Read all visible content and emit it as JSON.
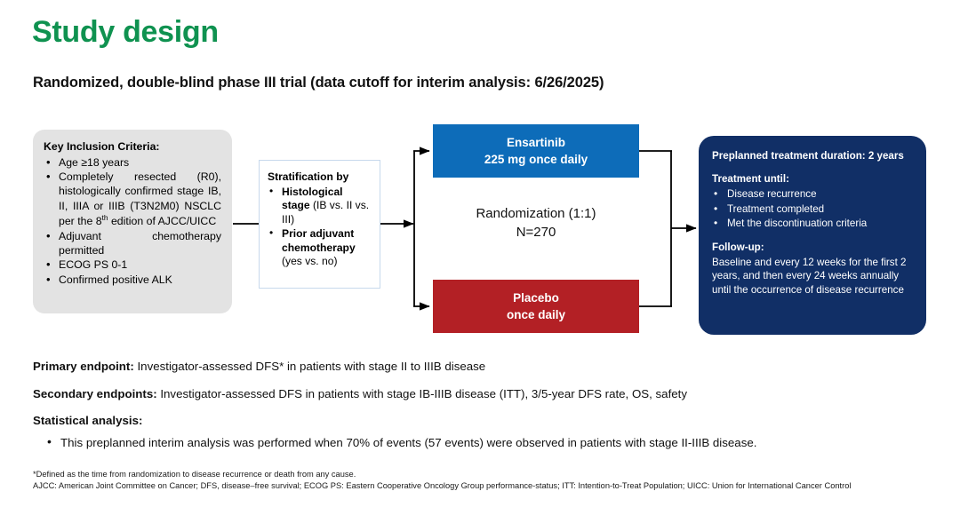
{
  "slide": {
    "title": "Study design",
    "subtitle": "Randomized, double-blind phase III trial (data cutoff for interim analysis: 6/26/2025)"
  },
  "colors": {
    "title_green": "#0F9250",
    "arm_blue": "#0D6CB9",
    "arm_red": "#B32025",
    "duration_navy": "#112F66",
    "inclusion_gray": "#E3E3E3",
    "stratification_border": "#C7D9EC"
  },
  "inclusion": {
    "title": "Key Inclusion Criteria:",
    "items": [
      "Age ≥18 years",
      "Completely resected (R0), histologically confirmed stage IB, II, IIIA or IIIB (T3N2M0) NSCLC per the 8th edition of AJCC/UICC",
      "Adjuvant chemotherapy permitted",
      "ECOG PS 0-1",
      "Confirmed positive ALK"
    ],
    "item2_prefix": "Completely resected (R0), histologically confirmed stage IB, II, IIIA or IIIB (T3N2M0) NSCLC per the 8",
    "item2_ordinal": "th",
    "item2_suffix": " edition of AJCC/UICC"
  },
  "stratification": {
    "title": "Stratification by",
    "items": [
      {
        "bold": "Histological stage",
        "plain": " (IB vs. II vs. III)"
      },
      {
        "bold": "Prior adjuvant chemotherapy",
        "plain": " (yes vs. no)"
      }
    ]
  },
  "arms": {
    "experimental": {
      "line1": "Ensartinib",
      "line2": "225 mg once daily"
    },
    "control": {
      "line1": "Placebo",
      "line2": "once daily"
    }
  },
  "randomization": {
    "line1": "Randomization (1:1)",
    "line2": "N=270"
  },
  "duration": {
    "heading": "Preplanned treatment duration: 2 years",
    "treatment_label": "Treatment  until:",
    "treatment_items": [
      "Disease recurrence",
      "Treatment completed",
      "Met the discontinuation criteria"
    ],
    "followup_label": "Follow-up:",
    "followup_text": "Baseline and every 12 weeks for the first 2 years, and then every 24 weeks annually until the occurrence of disease recurrence"
  },
  "endpoints": {
    "primary_label": "Primary endpoint:",
    "primary_text": " Investigator-assessed DFS* in patients with stage II to IIIB disease",
    "secondary_label": "Secondary endpoints:",
    "secondary_text": " Investigator-assessed DFS in patients with stage IB-IIIB disease (ITT), 3/5-year DFS rate, OS, safety",
    "statistical_label": "Statistical analysis:",
    "statistical_bullet": "This preplanned interim analysis was performed when 70% of events (57 events) were observed in patients with stage II-IIIB disease."
  },
  "footnotes": {
    "line1": "*Defined as the time from randomization to disease recurrence or death from any cause.",
    "line2": "AJCC: American Joint Committee on Cancer; DFS, disease–free survival; ECOG PS: Eastern Cooperative Oncology Group performance-status; ITT: Intention-to-Treat Population; UICC: Union for International Cancer Control"
  }
}
